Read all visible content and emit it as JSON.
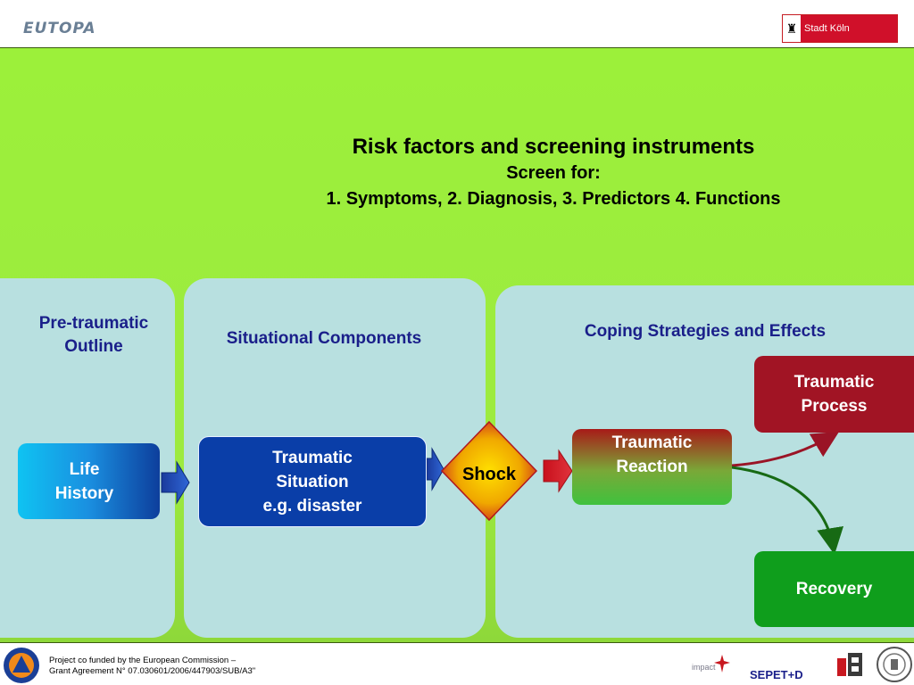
{
  "header": {
    "logo_left": "EUTOPA",
    "logo_right": "Stadt Köln"
  },
  "title": {
    "main": "Risk factors and screening instruments",
    "sub": "Screen for:",
    "list": "1. Symptoms, 2. Diagnosis, 3. Predictors 4. Functions"
  },
  "panels": {
    "pre_traumatic": {
      "title_line1": "Pre-traumatic",
      "title_line2": "Outline"
    },
    "situational": {
      "title": "Situational Components"
    },
    "coping": {
      "title": "Coping Strategies and Effects"
    }
  },
  "boxes": {
    "life_history": {
      "line1": "Life",
      "line2": "History"
    },
    "traumatic_situation": {
      "line1": "Traumatic",
      "line2": "Situation",
      "line3": "e.g. disaster"
    },
    "shock": {
      "label": "Shock"
    },
    "traumatic_reaction": {
      "line1": "Traumatic",
      "line2": "Reaction"
    },
    "traumatic_process": {
      "line1": "Traumatic",
      "line2": "Process"
    },
    "recovery": {
      "label": "Recovery"
    }
  },
  "colors": {
    "background_green": "#9cf03a",
    "panel": "#b8e0e0",
    "panel_title": "#1a1f8a",
    "situation_box": "#0a3ea8",
    "process_box": "#a11424",
    "recovery_box": "#0f9e1c"
  },
  "footer": {
    "line1": "Project co funded by the European Commission –",
    "line2": "Grant Agreement N° 07.030601/2006/447903/SUB/A3\"",
    "impact": "impact",
    "sepet": "SEPET+D"
  }
}
